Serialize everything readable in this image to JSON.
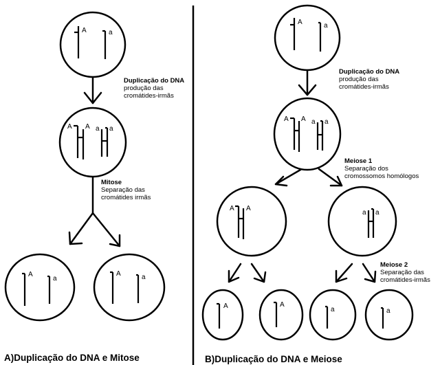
{
  "panel_a": {
    "title": "A)Duplicação do DNA e Mitose",
    "step1_title": "Duplicação do DNA",
    "step1_line1": "produção das",
    "step1_line2": "cromátides-irmãs",
    "step2_title": "Mitose",
    "step2_line1": "Separação das",
    "step2_line2": "cromátides irmãs"
  },
  "panel_b": {
    "title": "B)Duplicação do DNA e Meiose",
    "step1_title": "Duplicação do DNA",
    "step1_line1": "produção das",
    "step1_line2": "cromátides-irmãs",
    "step2_title": "Meiose 1",
    "step2_line1": "Separação dos",
    "step2_line2": "cromossomos homólogos",
    "step3_title": "Meiose 2",
    "step3_line1": "Separação das",
    "step3_line2": "cromátides-irmãs"
  },
  "alleles": {
    "dominant": "A",
    "recessive": "a"
  }
}
